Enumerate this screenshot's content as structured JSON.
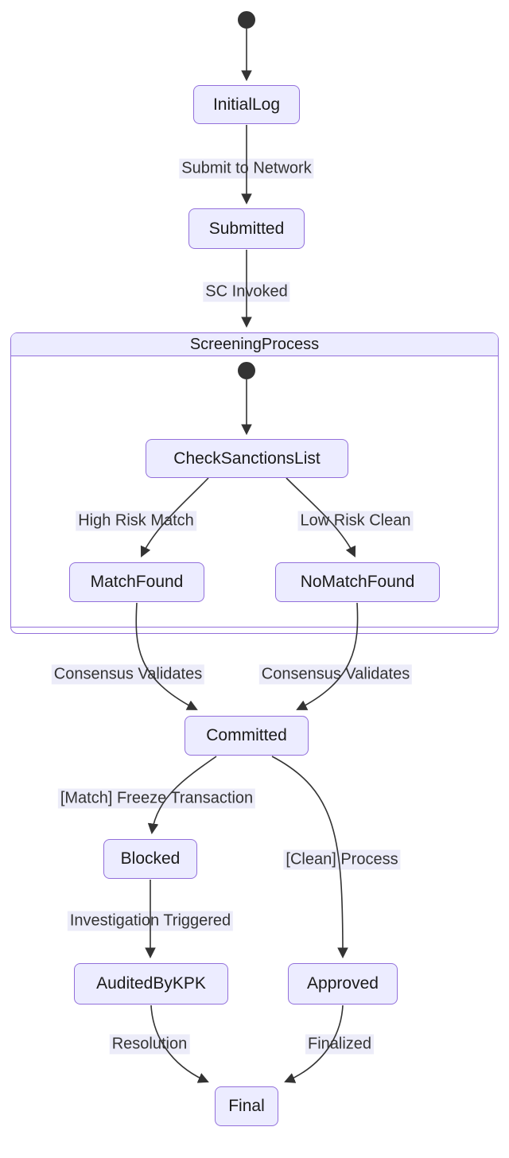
{
  "diagram": {
    "type": "state-diagram",
    "composite": {
      "title": "ScreeningProcess"
    },
    "nodes": {
      "initial_log": "InitialLog",
      "submitted": "Submitted",
      "check_sanctions_list": "CheckSanctionsList",
      "match_found": "MatchFound",
      "no_match_found": "NoMatchFound",
      "committed": "Committed",
      "blocked": "Blocked",
      "audited_by_kpk": "AuditedByKPK",
      "approved": "Approved",
      "final": "Final"
    },
    "edge_labels": {
      "submit_to_network": "Submit to Network",
      "sc_invoked": "SC Invoked",
      "high_risk_match": "High Risk Match",
      "low_risk_clean": "Low Risk Clean",
      "consensus_validates_left": "Consensus Validates",
      "consensus_validates_right": "Consensus Validates",
      "match_freeze_transaction": "[Match] Freeze Transaction",
      "clean_process": "[Clean] Process",
      "investigation_triggered": "Investigation Triggered",
      "resolution": "Resolution",
      "finalized": "Finalized"
    },
    "edges": [
      {
        "from": "start",
        "to": "InitialLog",
        "label": ""
      },
      {
        "from": "InitialLog",
        "to": "Submitted",
        "label": "Submit to Network"
      },
      {
        "from": "Submitted",
        "to": "ScreeningProcess",
        "label": "SC Invoked"
      },
      {
        "from": "ScreeningProcess.start",
        "to": "CheckSanctionsList",
        "label": ""
      },
      {
        "from": "CheckSanctionsList",
        "to": "MatchFound",
        "label": "High Risk Match"
      },
      {
        "from": "CheckSanctionsList",
        "to": "NoMatchFound",
        "label": "Low Risk Clean"
      },
      {
        "from": "MatchFound",
        "to": "Committed",
        "label": "Consensus Validates"
      },
      {
        "from": "NoMatchFound",
        "to": "Committed",
        "label": "Consensus Validates"
      },
      {
        "from": "Committed",
        "to": "Blocked",
        "label": "[Match] Freeze Transaction"
      },
      {
        "from": "Committed",
        "to": "Approved",
        "label": "[Clean] Process"
      },
      {
        "from": "Blocked",
        "to": "AuditedByKPK",
        "label": "Investigation Triggered"
      },
      {
        "from": "AuditedByKPK",
        "to": "Final",
        "label": "Resolution"
      },
      {
        "from": "Approved",
        "to": "Final",
        "label": "Finalized"
      }
    ],
    "colors": {
      "node_fill": "#ECECFF",
      "node_border": "#9370DB",
      "edge": "#333333",
      "edge_label_bg": "#ECECF9",
      "text": "#1A1A1A",
      "start_state": "#333333"
    }
  }
}
